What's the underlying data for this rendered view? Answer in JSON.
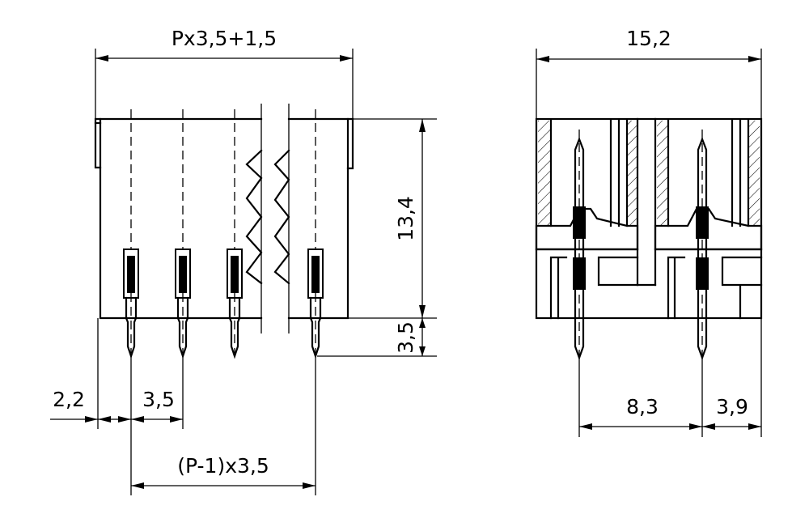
{
  "drawing": {
    "left_view": {
      "width_label": "Px3,5+1,5",
      "height_label": "13,4",
      "pin_length_label": "3,5",
      "edge_offset_label": "2,2",
      "pitch_label": "3,5",
      "span_label": "(P-1)x3,5"
    },
    "right_view": {
      "width_label": "15,2",
      "row_spacing_label": "8,3",
      "edge_offset_label": "3,9"
    }
  }
}
